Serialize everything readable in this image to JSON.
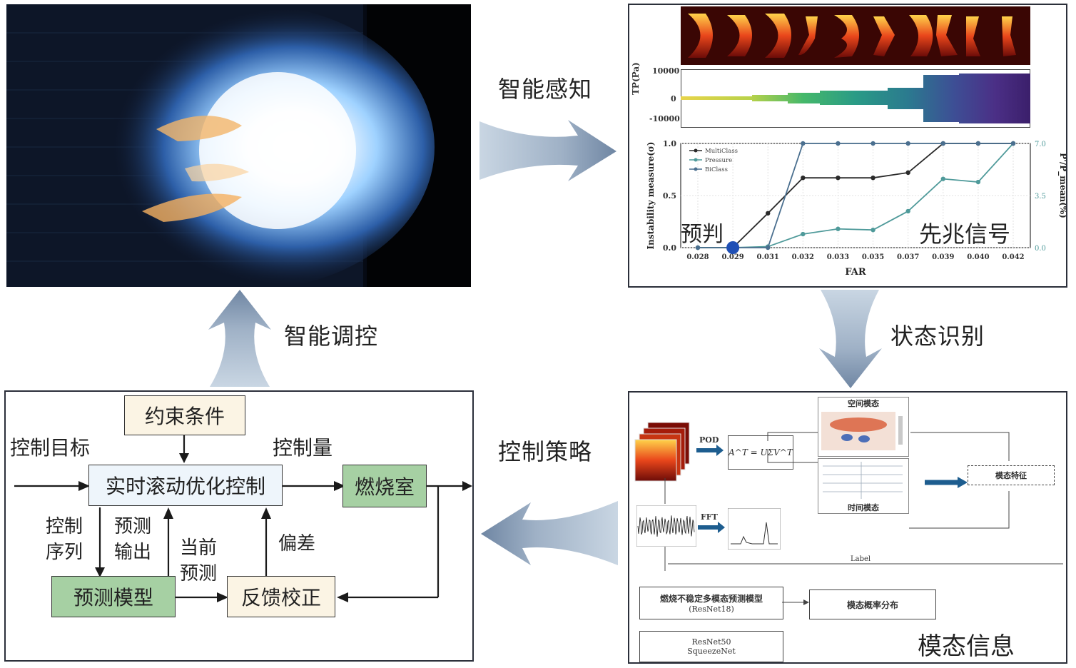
{
  "flow_labels": {
    "sense": "智能感知",
    "identify": "状态识别",
    "strategy": "控制策略",
    "regulate": "智能调控"
  },
  "sensing_panel": {
    "tp_axis_label": "TP(Pa)",
    "tp_ticks": [
      "10000",
      "0",
      "-10000"
    ],
    "chart_data": {
      "type": "line",
      "xlabel": "FAR",
      "ylabel": "Instability measure(σ)",
      "ylabel_right": "P'/P_mean(%)",
      "x": [
        "0.028",
        "0.029",
        "0.031",
        "0.032",
        "0.033",
        "0.035",
        "0.037",
        "0.039",
        "0.040",
        "0.042"
      ],
      "ylim": [
        0,
        1.0
      ],
      "y_ticks": [
        "0.0",
        "0.5",
        "1.0"
      ],
      "y_right_ticks": [
        "0.0",
        "3.5",
        "7.0"
      ],
      "series": [
        {
          "name": "MultiClass",
          "color": "#2a2a2a",
          "values": [
            0.0,
            0.0,
            0.33,
            0.67,
            0.67,
            0.67,
            0.72,
            1.0,
            1.0,
            1.0
          ]
        },
        {
          "name": "Pressure",
          "color": "#4f9a9a",
          "values": [
            0.0,
            0.0,
            0.01,
            0.13,
            0.18,
            0.17,
            0.35,
            0.66,
            0.63,
            1.0
          ]
        },
        {
          "name": "BiClass",
          "color": "#4a6f8f",
          "values": [
            0.0,
            0.0,
            0.0,
            1.0,
            1.0,
            1.0,
            1.0,
            1.0,
            1.0,
            1.0
          ]
        }
      ]
    },
    "annot_predict": "预判",
    "annot_precursor": "先兆信号"
  },
  "mode_panel": {
    "pod_label": "POD",
    "fft_label": "FFT",
    "equation": "A^T = UΣV^T",
    "spatial_mode": "空间模态",
    "temporal_mode": "时间模态",
    "mode_feature": "模态特征",
    "label_text": "Label",
    "model_box_line1": "燃烧不稳定多模态预测模型",
    "model_box_line2": "(ResNet18)",
    "prob_box": "模态概率分布",
    "alt_models_line1": "ResNet50",
    "alt_models_line2": "SqueezeNet",
    "caption": "模态信息"
  },
  "control_panel": {
    "constraint": "约束条件",
    "control_target": "控制目标",
    "control_amount": "控制量",
    "optimizer": "实时滚动优化控制",
    "combustor": "燃烧室",
    "control_seq_1": "控制",
    "control_seq_2": "序列",
    "pred_output_1": "预测",
    "pred_output_2": "输出",
    "current_pred_1": "当前",
    "current_pred_2": "预测",
    "deviation": "偏差",
    "pred_model": "预测模型",
    "feedback": "反馈校正"
  },
  "colors": {
    "arrow_fill": "#a9b9cc",
    "panel_border": "#2b2f3a",
    "green_box": "#a6d0a3",
    "cream_box": "#fbf4e4",
    "blue_box": "#eef5fb",
    "marker_blue": "#1f4fb5"
  }
}
